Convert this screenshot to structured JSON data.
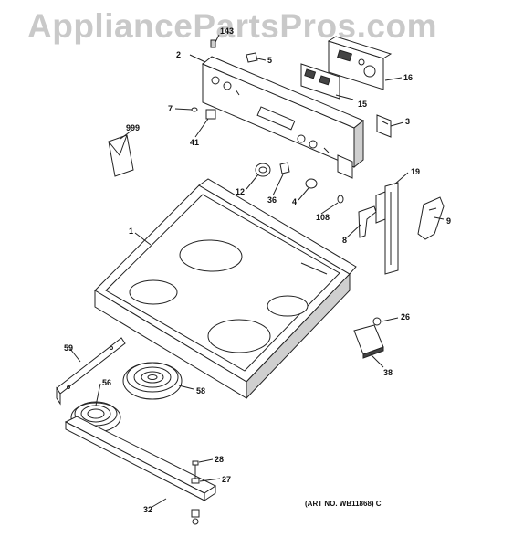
{
  "watermark": "AppliancePartsPros.com",
  "art_number": "(ART NO. WB11868) C",
  "callouts": {
    "c143": "143",
    "c2": "2",
    "c5": "5",
    "c16": "16",
    "c15": "15",
    "c7": "7",
    "c41": "41",
    "c3": "3",
    "c999": "999",
    "c19": "19",
    "c12": "12",
    "c36": "36",
    "c4": "4",
    "c108": "108",
    "c9": "9",
    "c1": "1",
    "c8": "8",
    "c26": "26",
    "c38": "38",
    "c59": "59",
    "c56": "56",
    "c58": "58",
    "c28": "28",
    "c27": "27",
    "c32": "32"
  }
}
